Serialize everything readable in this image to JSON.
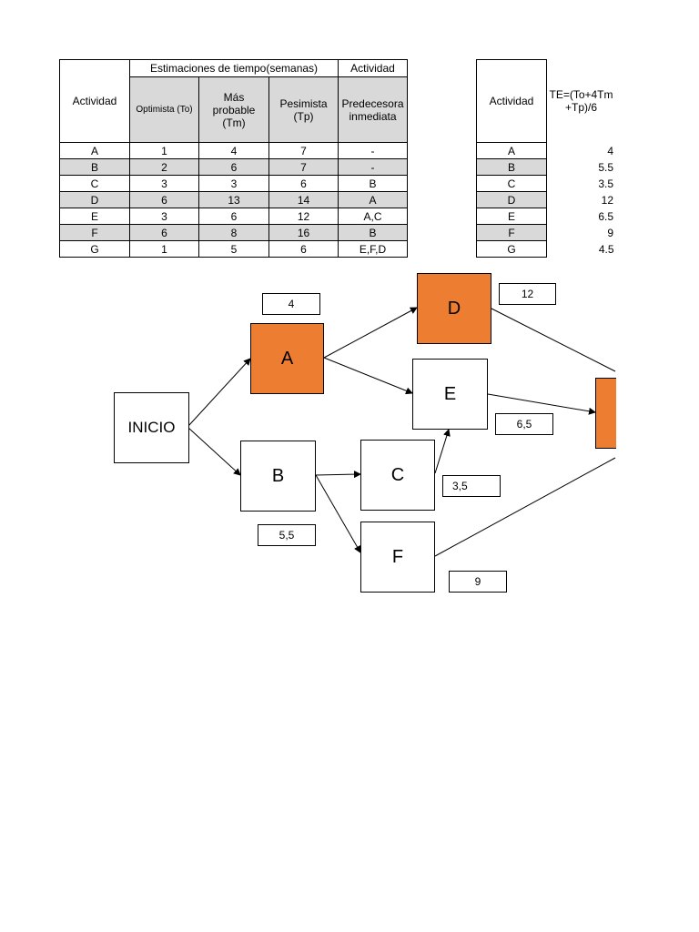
{
  "estimates_table": {
    "group_header": "Estimaciones de tiempo(semanas)",
    "col_activity": "Actividad",
    "col_pred_top": "Actividad",
    "col_optimista": "Optimista (To)",
    "col_probable": "Más probable (Tm)",
    "col_pesimista": "Pesimista (Tp)",
    "col_predecesora": "Predecesora inmediata",
    "rows": [
      {
        "act": "A",
        "to": "1",
        "tm": "4",
        "tp": "7",
        "pred": "-"
      },
      {
        "act": "B",
        "to": "2",
        "tm": "6",
        "tp": "7",
        "pred": "-"
      },
      {
        "act": "C",
        "to": "3",
        "tm": "3",
        "tp": "6",
        "pred": "B"
      },
      {
        "act": "D",
        "to": "6",
        "tm": "13",
        "tp": "14",
        "pred": "A"
      },
      {
        "act": "E",
        "to": "3",
        "tm": "6",
        "tp": "12",
        "pred": "A,C"
      },
      {
        "act": "F",
        "to": "6",
        "tm": "8",
        "tp": "16",
        "pred": "B"
      },
      {
        "act": "G",
        "to": "1",
        "tm": "5",
        "tp": "6",
        "pred": "E,F,D"
      }
    ]
  },
  "te_table": {
    "col_activity": "Actividad",
    "col_te": "TE=(To+4Tm +Tp)/6",
    "rows": [
      {
        "act": "A",
        "te": "4"
      },
      {
        "act": "B",
        "te": "5.5"
      },
      {
        "act": "C",
        "te": "3.5"
      },
      {
        "act": "D",
        "te": "12"
      },
      {
        "act": "E",
        "te": "6.5"
      },
      {
        "act": "F",
        "te": "9"
      },
      {
        "act": "G",
        "te": "4.5"
      }
    ]
  },
  "network": {
    "colors": {
      "critical": "#ed7d31",
      "normal": "#ffffff"
    },
    "nodes": {
      "inicio": {
        "label": "INICIO",
        "critical": false
      },
      "a": {
        "label": "A",
        "critical": true
      },
      "b": {
        "label": "B",
        "critical": false
      },
      "c": {
        "label": "C",
        "critical": false
      },
      "d": {
        "label": "D",
        "critical": true
      },
      "e": {
        "label": "E",
        "critical": false
      },
      "f": {
        "label": "F",
        "critical": false
      },
      "g": {
        "label": "",
        "critical": true
      }
    },
    "durations": {
      "a": "4",
      "b": "5,5",
      "c": "3,5",
      "d": "12",
      "e": "6,5",
      "f": "9"
    }
  }
}
